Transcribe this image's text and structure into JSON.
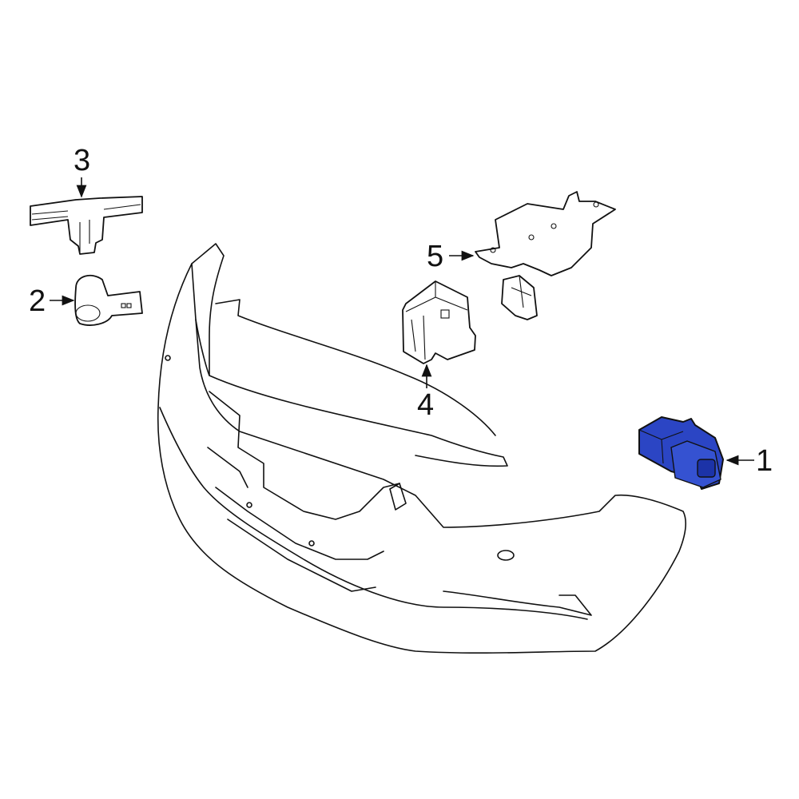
{
  "diagram": {
    "title": "Parking aid sensor components exploded view",
    "highlight_color": "#2b45c4",
    "callouts": [
      {
        "id": "1",
        "label": "1",
        "part": "connector (highlighted)"
      },
      {
        "id": "2",
        "label": "2",
        "part": "parking sensor"
      },
      {
        "id": "3",
        "label": "3",
        "part": "sensor bracket"
      },
      {
        "id": "4",
        "label": "4",
        "part": "connector housing"
      },
      {
        "id": "5",
        "label": "5",
        "part": "mounting bracket"
      }
    ]
  }
}
